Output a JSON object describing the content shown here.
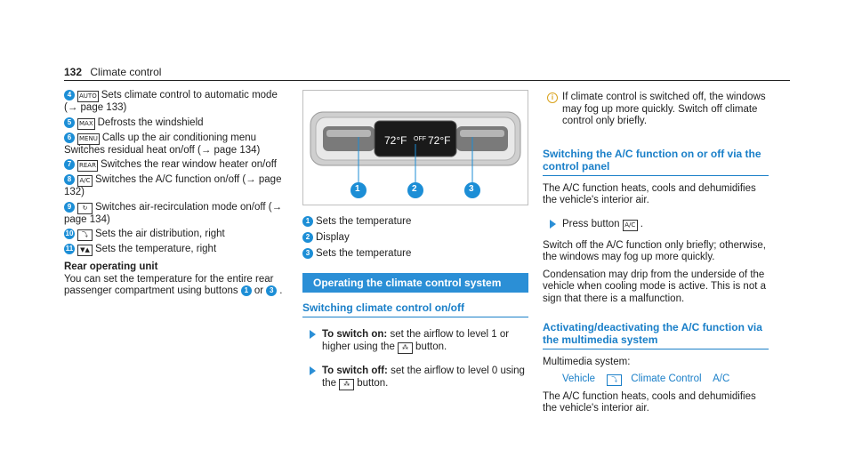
{
  "header": {
    "page_number": "132",
    "section": "Climate control"
  },
  "col1": {
    "items": [
      {
        "badge": "4",
        "key": "AUTO",
        "text": "Sets climate control to automatic mode (→ page 133)"
      },
      {
        "badge": "5",
        "key": "MAX",
        "text": "Defrosts the windshield"
      },
      {
        "badge": "6",
        "key": "MENU",
        "text": "Calls up the air conditioning menu"
      },
      {
        "badge": "7",
        "key": "REAR",
        "text": "Switches the rear window heater on/off"
      },
      {
        "badge": "8",
        "key": "A/C",
        "text": "Switches the A/C function on/off (→ page 132)"
      },
      {
        "badge": "9",
        "key": "↻",
        "text": "Switches air-recirculation mode on/off (→ page 134)"
      },
      {
        "badge": "10",
        "key": "⤵",
        "text": "Sets the air distribution, right"
      },
      {
        "badge": "11",
        "key": "▼▲",
        "text": "Sets the temperature, right"
      }
    ],
    "item6_extra": "Switches residual heat on/off (→ page 134)",
    "rear_title": "Rear operating unit",
    "rear_text_a": "You can set the temperature for the entire rear passenger compartment using buttons",
    "rear_b1": "1",
    "rear_or": "or",
    "rear_b3": "3",
    "rear_end": "."
  },
  "col2": {
    "display_left": "72°F",
    "display_mid": "OFF",
    "display_right": "72°F",
    "callouts": [
      "1",
      "2",
      "3"
    ],
    "legend": [
      {
        "badge": "1",
        "text": "Sets the temperature"
      },
      {
        "badge": "2",
        "text": "Display"
      },
      {
        "badge": "3",
        "text": "Sets the temperature"
      }
    ],
    "bar_title": "Operating the climate control system",
    "sub_title": "Switching climate control on/off",
    "step1_bold": "To switch on:",
    "step1_text": "set the airflow to level 1 or higher using the",
    "step1_key": "fan",
    "step1_end": "button.",
    "step2_bold": "To switch off:",
    "step2_text": "set the airflow to level 0 using the",
    "step2_key": "fan",
    "step2_end": "button."
  },
  "col3": {
    "note": "If climate control is switched off, the windows may fog up more quickly. Switch off climate control only briefly.",
    "sub1": "Switching the A/C function on or off via the control panel",
    "p1": "The A/C function heats, cools and dehumidifies the vehicle's interior air.",
    "step_text": "Press button",
    "step_key": "A/C",
    "step_end": ".",
    "p2": "Switch off the A/C function only briefly; otherwise, the windows may fog up more quickly.",
    "p3": "Condensation may drip from the underside of the vehicle when cooling mode is active. This is not a sign that there is a malfunction.",
    "sub2": "Activating/deactivating the A/C function via the multimedia system",
    "p4": "Multimedia system:",
    "path": [
      "Vehicle",
      "Climate Control",
      "A/C"
    ],
    "p5": "The A/C function heats, cools and dehumidifies the vehicle's interior air."
  },
  "colors": {
    "accent": "#2b8fd6",
    "badge": "#1c8ed6",
    "note": "#d9a21b"
  }
}
